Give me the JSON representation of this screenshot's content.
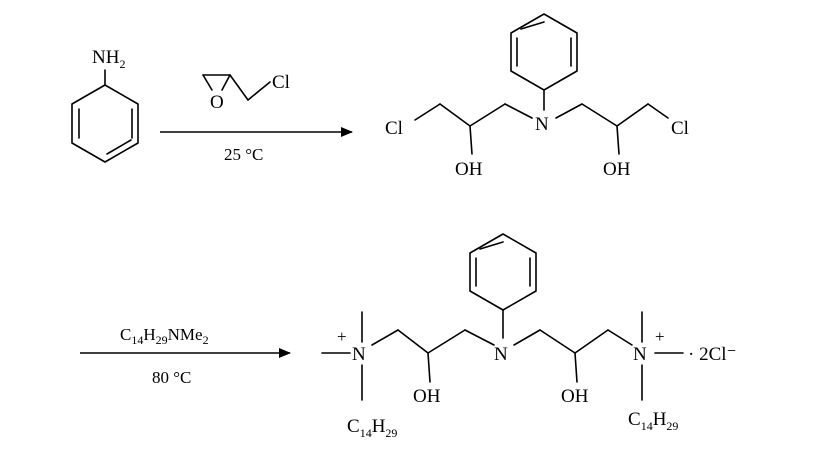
{
  "reaction1": {
    "reactant_label": "NH2",
    "reagent_label": "Cl",
    "reagent_oxygen": "O",
    "condition": "25 °C",
    "product": {
      "left_cl": "Cl",
      "right_cl": "Cl",
      "n": "N",
      "oh_left": "OH",
      "oh_right": "OH"
    }
  },
  "reaction2": {
    "reagent": "C14H29NMe2",
    "condition": "80 °C",
    "product": {
      "n_left": "N",
      "n_center": "N",
      "n_right": "N",
      "plus": "+",
      "oh_left": "OH",
      "oh_right": "OH",
      "alkyl_left": "C14H29",
      "alkyl_right": "C14H29",
      "counterion": "· 2Cl⁻"
    }
  },
  "colors": {
    "ink": "#000000",
    "background": "#ffffff"
  }
}
